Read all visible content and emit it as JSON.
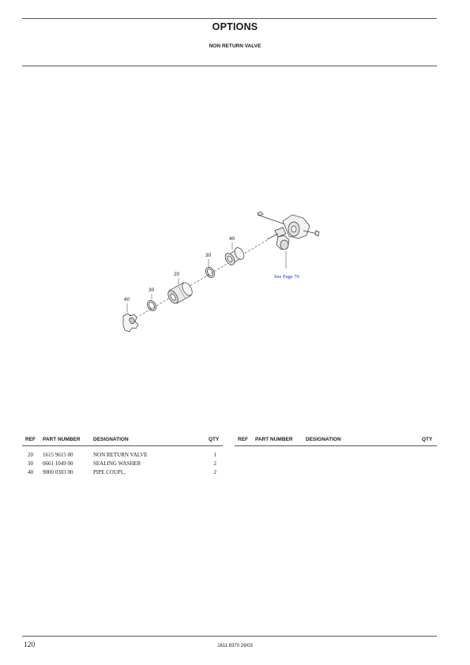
{
  "header": {
    "title": "OPTIONS",
    "subtitle": "NON RETURN VALVE"
  },
  "diagram": {
    "callouts": [
      "40",
      "30",
      "20",
      "30",
      "40"
    ],
    "reference_note": "See Page 70"
  },
  "table": {
    "columns": {
      "ref": "REF",
      "part_number": "PART NUMBER",
      "designation": "DESIGNATION",
      "qty": "QTY"
    },
    "rows": [
      {
        "ref": "20",
        "part_number": "1615 9615 00",
        "designation": "NON RETURN VALVE",
        "qty": "1"
      },
      {
        "ref": "30",
        "part_number": "0661 1049 00",
        "designation": "SEALING WASHER",
        "qty": "2"
      },
      {
        "ref": "40",
        "part_number": "9000 0303 00",
        "designation": "PIPE COUPL.",
        "qty": "2"
      }
    ]
  },
  "footer": {
    "page_number": "120",
    "doc_code": "1611 8370 29/03"
  }
}
